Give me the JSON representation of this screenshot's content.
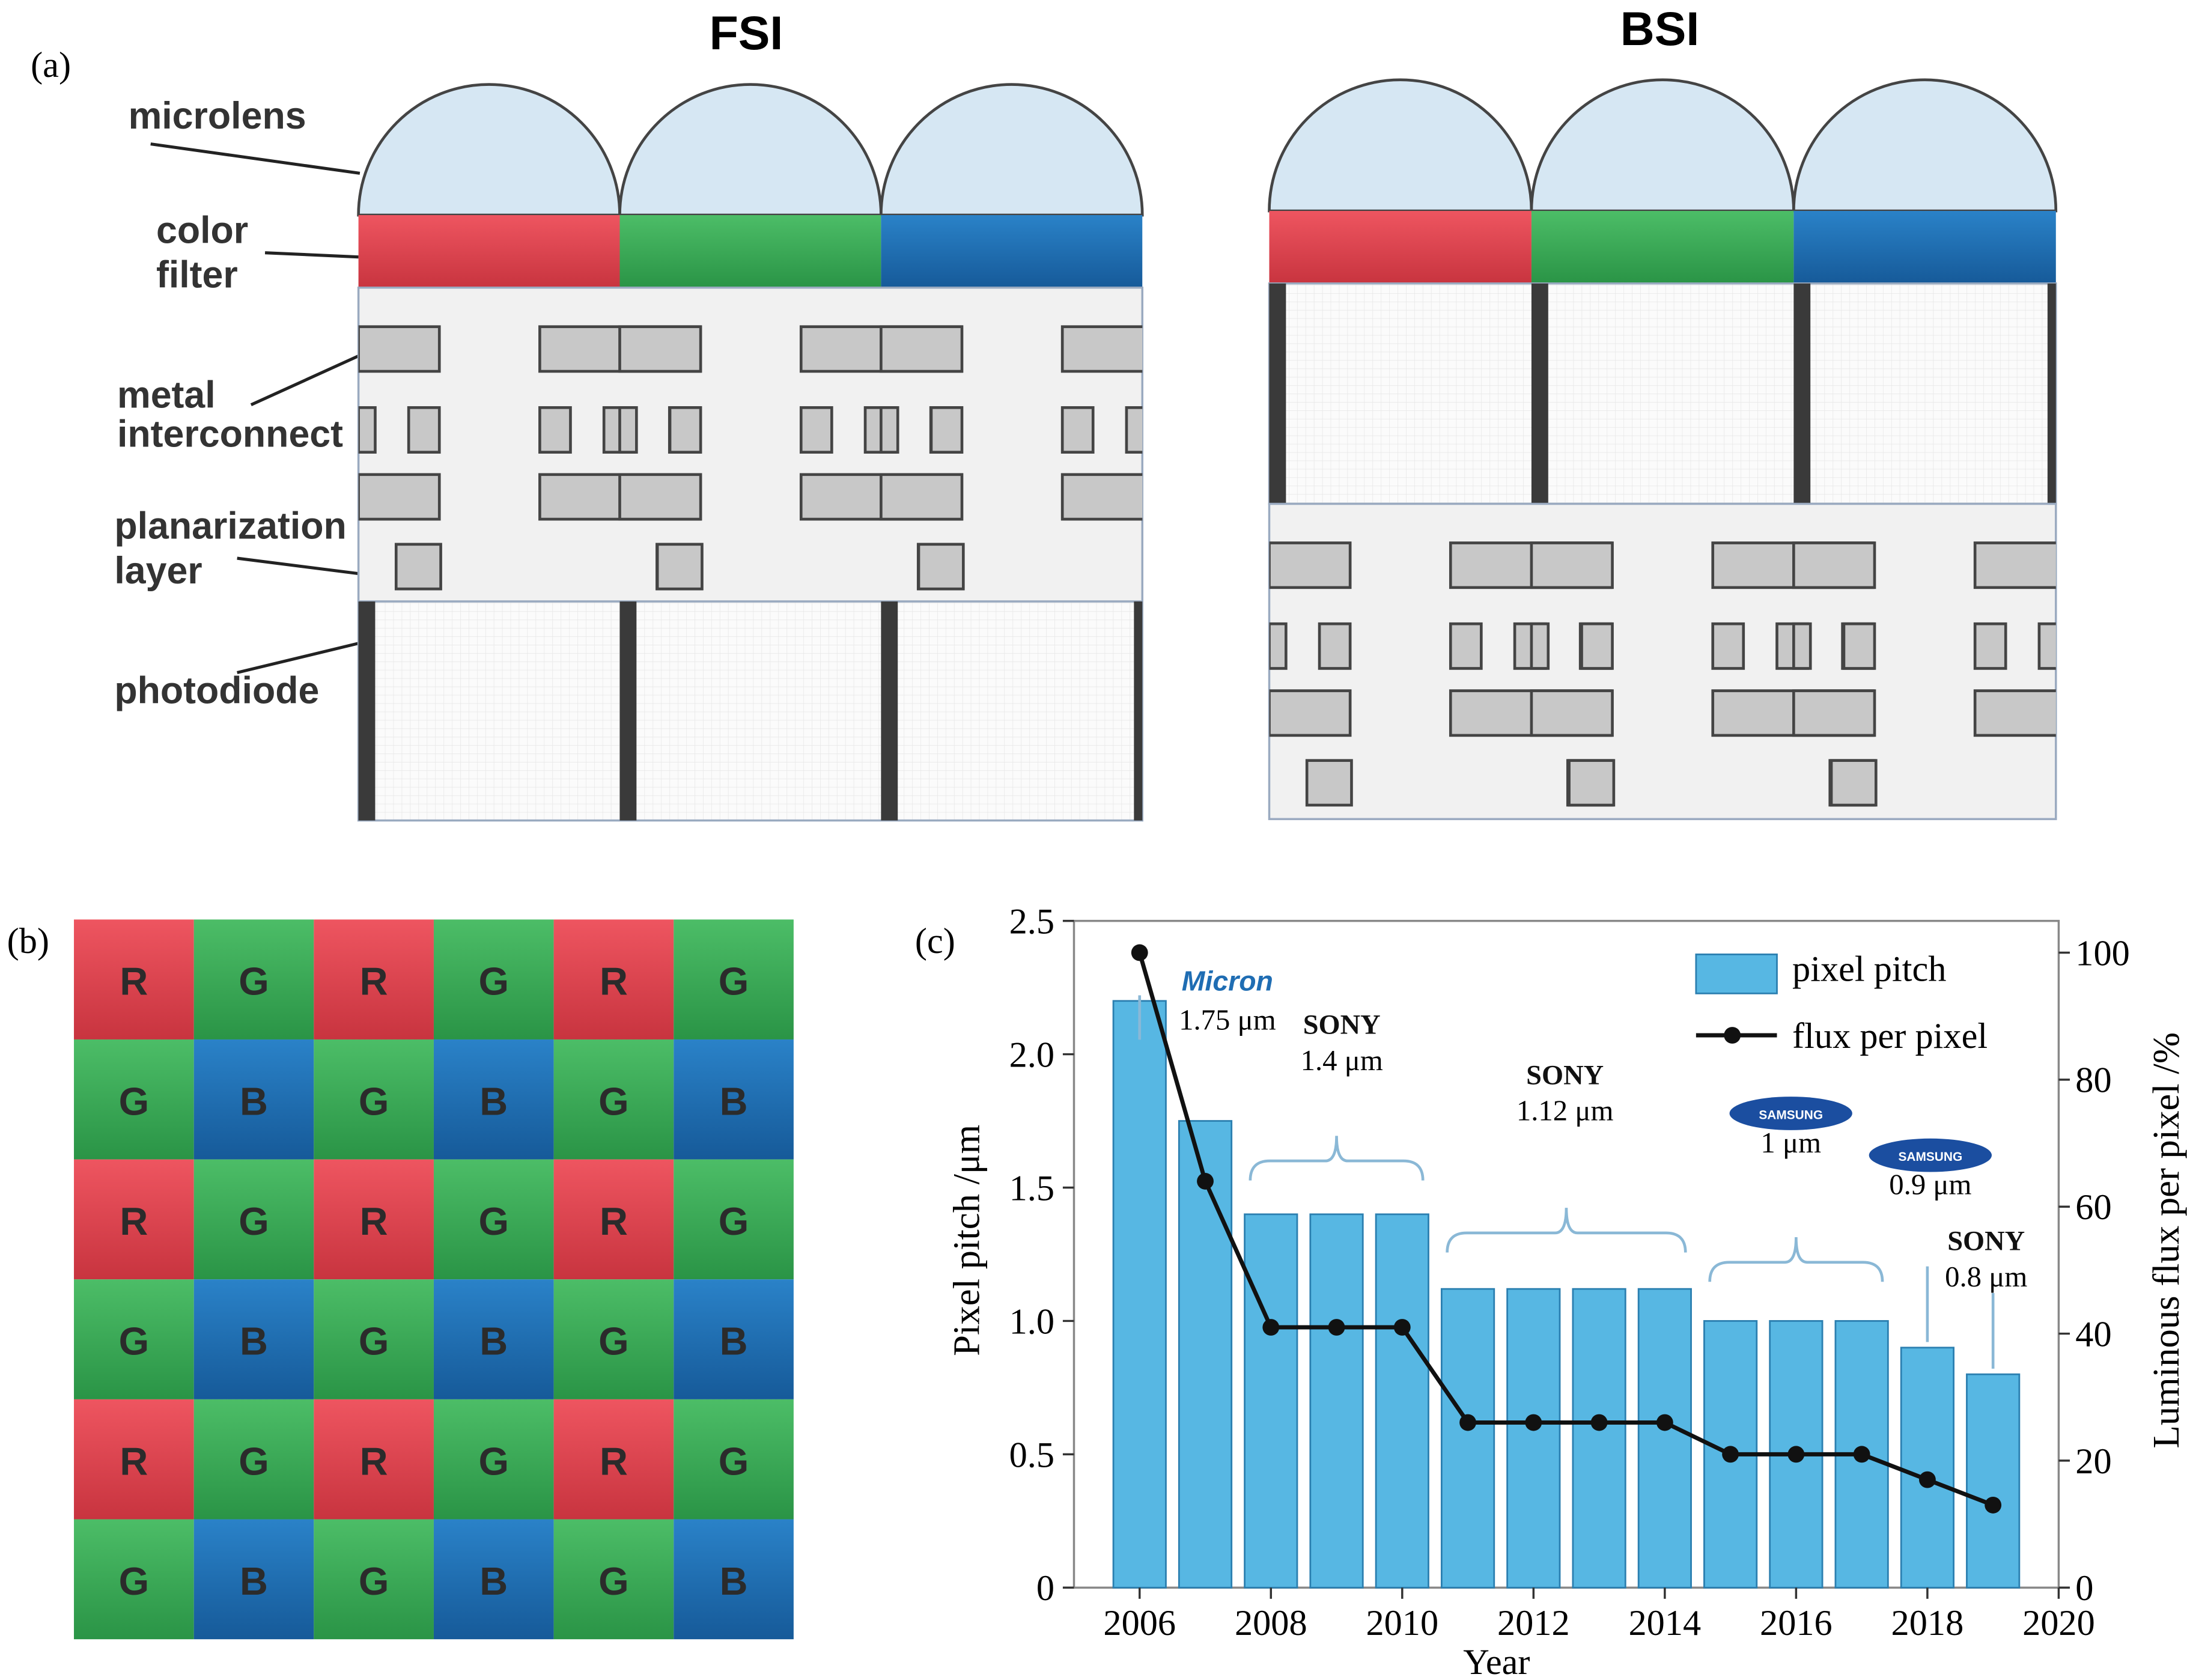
{
  "panel_a": {
    "label": "(a)",
    "fsi_title": "FSI",
    "bsi_title": "BSI",
    "labels": {
      "microlens": "microlens",
      "color_filter_1": "color",
      "color_filter_2": "filter",
      "metal_1": "metal",
      "metal_2": "interconnect",
      "planarization_1": "planarization",
      "planarization_2": "layer",
      "photodiode": "photodiode"
    }
  },
  "panel_b": {
    "label": "(b)",
    "grid": [
      [
        "R",
        "G",
        "R",
        "G",
        "R",
        "G"
      ],
      [
        "G",
        "B",
        "G",
        "B",
        "G",
        "B"
      ],
      [
        "R",
        "G",
        "R",
        "G",
        "R",
        "G"
      ],
      [
        "G",
        "B",
        "G",
        "B",
        "G",
        "B"
      ],
      [
        "R",
        "G",
        "R",
        "G",
        "R",
        "G"
      ],
      [
        "G",
        "B",
        "G",
        "B",
        "G",
        "B"
      ]
    ]
  },
  "colors": {
    "red": "#e8434f",
    "green": "#3aae57",
    "blue": "#1f6db3",
    "bar": "#57b7e3",
    "lens": "#d6e7f3",
    "metal": "#c8c8c8",
    "wall": "#3a3a3a",
    "body": "#f1f1f1"
  },
  "panel_c": {
    "label": "(c)",
    "brackets": [
      {
        "logo": "Micron",
        "pitch": "1.75 μm"
      },
      {
        "logo": "SONY",
        "pitch": "1.4 μm"
      },
      {
        "logo": "SONY",
        "pitch": "1.12 μm"
      },
      {
        "logo": "SAMSUNG",
        "pitch": "1 μm"
      },
      {
        "logo": "SAMSUNG",
        "pitch": "0.9 μm"
      },
      {
        "logo": "SONY",
        "pitch": "0.8 μm"
      }
    ]
  },
  "chart_data": {
    "type": "bar",
    "xlabel": "Year",
    "ylabel": "Pixel pitch /μm",
    "y2label": "Luminous flux per pixel /%",
    "xlim": [
      2005,
      2020
    ],
    "ylim": [
      0,
      2.5
    ],
    "y2lim": [
      0,
      105
    ],
    "xticks": [
      2006,
      2008,
      2010,
      2012,
      2014,
      2016,
      2018,
      2020
    ],
    "yticks": [
      0,
      0.5,
      1.0,
      1.5,
      2.0,
      2.5
    ],
    "y2ticks": [
      0,
      20,
      40,
      60,
      80,
      100
    ],
    "ytick_labels": [
      "0",
      "0.5",
      "1.0",
      "1.5",
      "2.0",
      "2.5"
    ],
    "legend_position": "top-right",
    "series": [
      {
        "name": "pixel pitch",
        "type": "bar",
        "x": [
          2006,
          2007,
          2008,
          2009,
          2010,
          2011,
          2012,
          2013,
          2014,
          2015,
          2016,
          2017,
          2018,
          2019
        ],
        "values": [
          2.2,
          1.75,
          1.4,
          1.4,
          1.4,
          1.12,
          1.12,
          1.12,
          1.12,
          1.0,
          1.0,
          1.0,
          0.9,
          0.8
        ]
      },
      {
        "name": "flux per pixel",
        "type": "line",
        "x": [
          2006,
          2007,
          2008,
          2009,
          2010,
          2011,
          2012,
          2013,
          2014,
          2015,
          2016,
          2017,
          2018,
          2019
        ],
        "values": [
          100,
          64,
          41,
          41,
          41,
          26,
          26,
          26,
          26,
          21,
          21,
          21,
          17,
          13
        ]
      }
    ]
  }
}
